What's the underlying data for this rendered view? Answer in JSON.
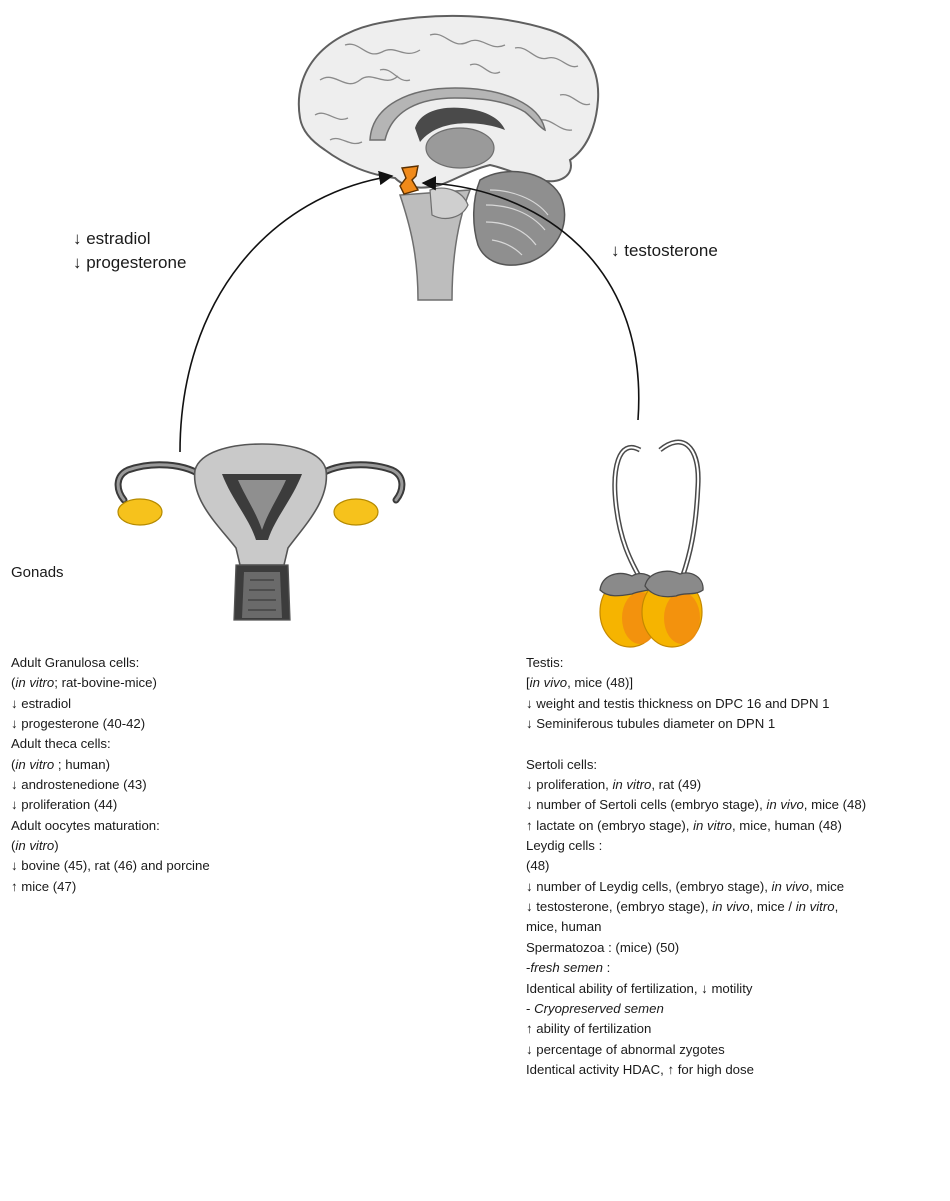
{
  "hormone_labels": {
    "female_line1": "↓ estradiol",
    "female_line2": "↓ progesterone",
    "male_line1": "↓ testosterone"
  },
  "gonads_label": "Gonads",
  "colors": {
    "hypothalamus": "#f08a1a",
    "ovary": "#f6c21c",
    "testis": "#f6b400",
    "testis_inner": "#f28c0f",
    "gray_dark": "#6e6e6e",
    "gray_mid": "#a9a9a9",
    "gray_light": "#e8e8e8",
    "uterus_dark": "#3c3c3c"
  },
  "left_panel": [
    [
      {
        "t": "Adult Granulosa cells:"
      }
    ],
    [
      {
        "t": "(",
        "i": false
      },
      {
        "t": "in vitro",
        "i": true
      },
      {
        "t": "; rat-bovine-mice)"
      }
    ],
    [
      {
        "t": "↓ estradiol"
      }
    ],
    [
      {
        "t": "↓ progesterone (40-42)"
      }
    ],
    [
      {
        "t": "Adult theca cells:"
      }
    ],
    [
      {
        "t": "("
      },
      {
        "t": "in vitro",
        "i": true
      },
      {
        "t": " ; human)"
      }
    ],
    [
      {
        "t": "↓ androstenedione (43)"
      }
    ],
    [
      {
        "t": "↓ proliferation (44)"
      }
    ],
    [
      {
        "t": "Adult oocytes maturation:"
      }
    ],
    [
      {
        "t": "("
      },
      {
        "t": "in vitro",
        "i": true
      },
      {
        "t": ")"
      }
    ],
    [
      {
        "t": "↓ bovine (45), rat (46) and porcine"
      }
    ],
    [
      {
        "t": "↑ mice (47)"
      }
    ]
  ],
  "right_panel": [
    [
      {
        "t": "Testis:"
      }
    ],
    [
      {
        "t": "["
      },
      {
        "t": "in vivo",
        "i": true
      },
      {
        "t": ", mice (48)]"
      }
    ],
    [
      {
        "t": "↓ weight and testis thickness on DPC 16 and DPN 1"
      }
    ],
    [
      {
        "t": "↓ Seminiferous tubules diameter on DPN 1"
      }
    ],
    [],
    [
      {
        "t": "Sertoli cells:"
      }
    ],
    [
      {
        "t": "↓ proliferation, "
      },
      {
        "t": "in vitro",
        "i": true
      },
      {
        "t": ", rat  (49)"
      }
    ],
    [
      {
        "t": "↓ number of Sertoli cells (embryo stage), "
      },
      {
        "t": "in vivo",
        "i": true
      },
      {
        "t": ", mice (48)"
      }
    ],
    [
      {
        "t": "↑ lactate on (embryo stage), "
      },
      {
        "t": "in vitro",
        "i": true
      },
      {
        "t": ", mice, human  (48)"
      }
    ],
    [
      {
        "t": "Leydig cells :"
      }
    ],
    [
      {
        "t": "(48)"
      }
    ],
    [
      {
        "t": "↓ number of Leydig cells, (embryo stage), "
      },
      {
        "t": "in vivo",
        "i": true
      },
      {
        "t": ", mice"
      }
    ],
    [
      {
        "t": "↓ testosterone, (embryo stage), "
      },
      {
        "t": "in vivo",
        "i": true
      },
      {
        "t": ", mice / "
      },
      {
        "t": "in vitro",
        "i": true
      },
      {
        "t": ","
      }
    ],
    [
      {
        "t": "mice, human"
      }
    ],
    [
      {
        "t": "Spermatozoa : (mice) (50)"
      }
    ],
    [
      {
        "t": "-"
      },
      {
        "t": "fresh semen",
        "i": true
      },
      {
        "t": " :"
      }
    ],
    [
      {
        "t": "Identical ability of fertilization, ↓ motility"
      }
    ],
    [
      {
        "t": "- "
      },
      {
        "t": "Cryopreserved semen",
        "i": true
      }
    ],
    [
      {
        "t": "↑ ability of fertilization"
      }
    ],
    [
      {
        "t": "↓ percentage of abnormal zygotes"
      }
    ],
    [
      {
        "t": "Identical activity HDAC, ↑ for high dose"
      }
    ]
  ]
}
